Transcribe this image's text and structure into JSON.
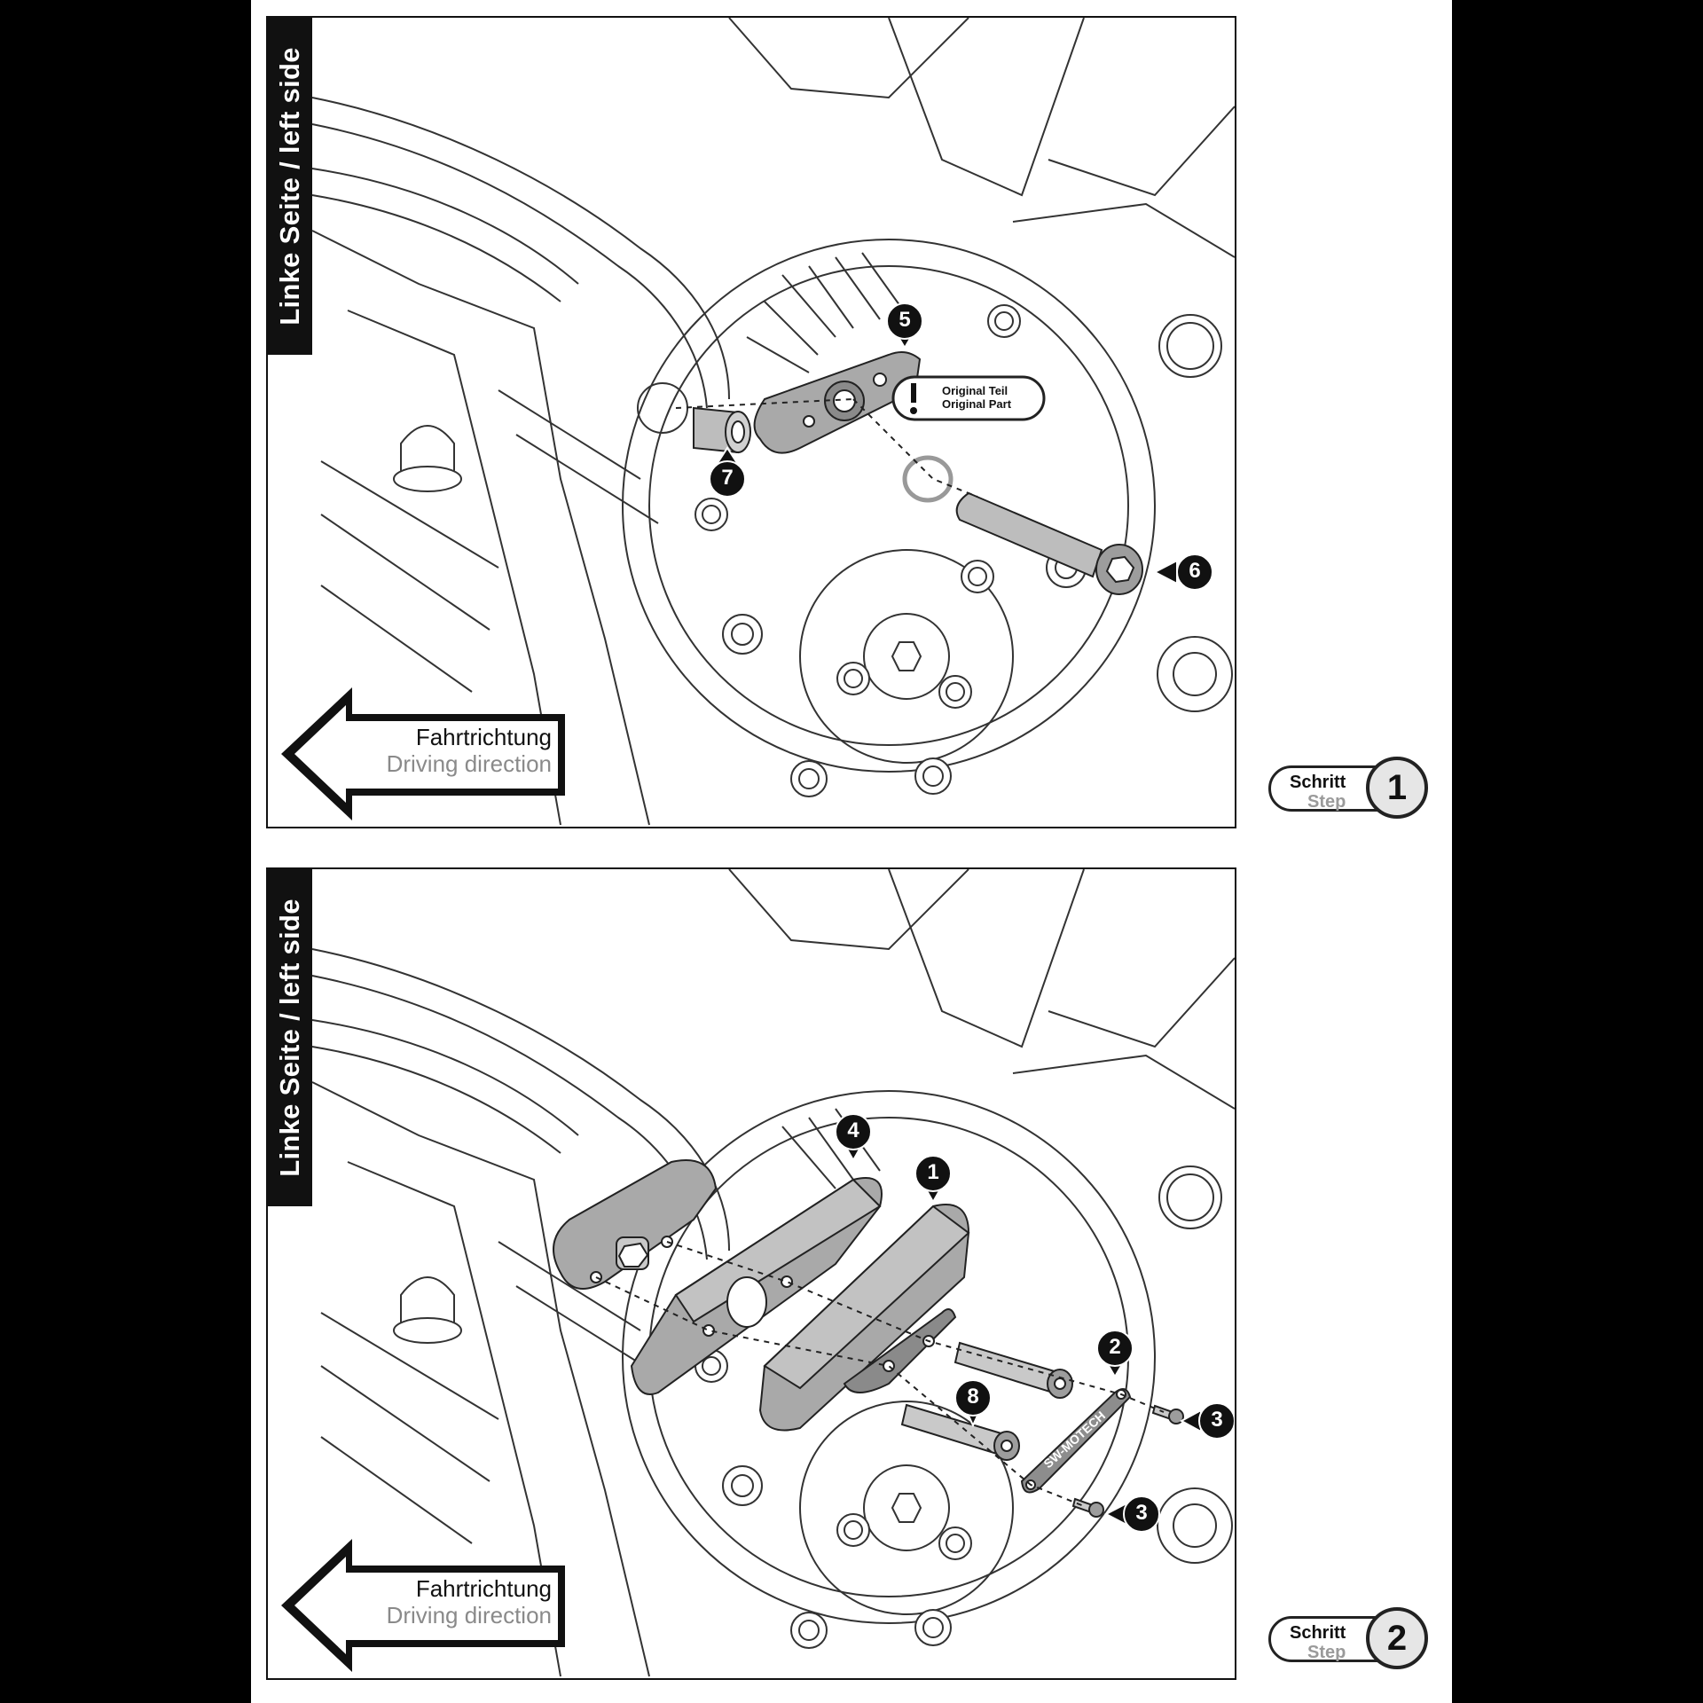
{
  "panels": [
    {
      "side_label": "Linke Seite / left side",
      "direction_de": "Fahrtrichtung",
      "direction_en": "Driving direction",
      "step_de": "Schritt",
      "step_en": "Step",
      "step_number": "1",
      "callout_line1": "Original Teil",
      "callout_line2": "Original Part",
      "markers": [
        "5",
        "7",
        "6"
      ]
    },
    {
      "side_label": "Linke Seite / left side",
      "direction_de": "Fahrtrichtung",
      "direction_en": "Driving direction",
      "step_de": "Schritt",
      "step_en": "Step",
      "step_number": "2",
      "brand_text": "SW-MOTECH",
      "markers": [
        "4",
        "1",
        "2",
        "3",
        "8",
        "3"
      ]
    }
  ],
  "colors": {
    "page_bg": "#000000",
    "sheet_bg": "#ffffff",
    "line": "#333333",
    "part_fill": "#a9a9a9",
    "marker": "#111111"
  },
  "icons": [
    "direction-arrow-icon",
    "warning-exclamation-icon"
  ]
}
